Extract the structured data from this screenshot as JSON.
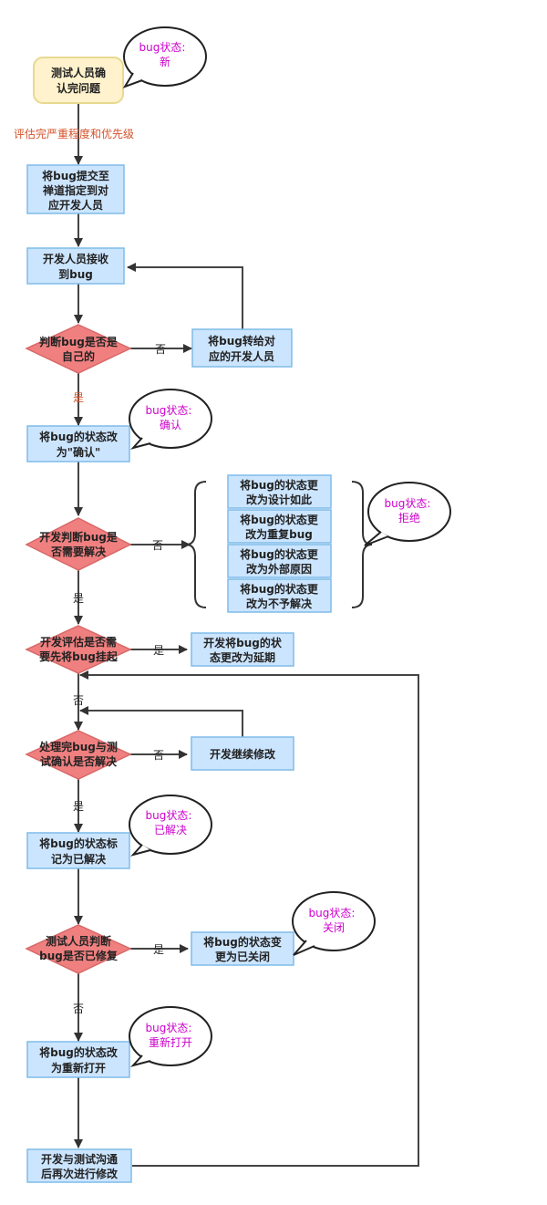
{
  "nodes": {
    "start": [
      "测试人员确",
      "认完问题"
    ],
    "submit": [
      "将bug提交至",
      "禅道指定到对",
      "应开发人员"
    ],
    "receive": [
      "开发人员接收",
      "到bug"
    ],
    "judge_own": [
      "判断bug是否是",
      "自己的"
    ],
    "transfer": [
      "将bug转给对",
      "应的开发人员"
    ],
    "confirm": [
      "将bug的状态改",
      "为\"确认\""
    ],
    "need_fix": [
      "开发判断bug是",
      "否需要解决"
    ],
    "reject1": [
      "将bug的状态更",
      "改为设计如此"
    ],
    "reject2": [
      "将bug的状态更",
      "改为重复bug"
    ],
    "reject3": [
      "将bug的状态更",
      "改为外部原因"
    ],
    "reject4": [
      "将bug的状态更",
      "改为不予解决"
    ],
    "suspend_q": [
      "开发评估是否需",
      "要先将bug挂起"
    ],
    "delay": [
      "开发将bug的状",
      "态更改为延期"
    ],
    "fixed_q": [
      "处理完bug与测",
      "试确认是否解决"
    ],
    "continue_fix": [
      "开发继续修改"
    ],
    "resolved": [
      "将bug的状态标",
      "记为已解决"
    ],
    "test_q": [
      "测试人员判断",
      "bug是否已修复"
    ],
    "closed": [
      "将bug的状态变",
      "更为已关闭"
    ],
    "reopen": [
      "将bug的状态改",
      "为重新打开"
    ],
    "communicate": [
      "开发与测试沟通",
      "后再次进行修改"
    ]
  },
  "callouts": {
    "new": [
      "bug状态:",
      "新"
    ],
    "confirmed": [
      "bug状态:",
      "确认"
    ],
    "rejected": [
      "bug状态:",
      "拒绝"
    ],
    "resolved": [
      "bug状态:",
      "已解决"
    ],
    "closed": [
      "bug状态:",
      "关闭"
    ],
    "reopened": [
      "bug状态:",
      "重新打开"
    ]
  },
  "edges": {
    "evaluate": "评估完严重程度和优先级",
    "no": "否",
    "yes": "是"
  },
  "colors": {
    "box_fill": "#cce5ff",
    "box_stroke": "#7fbce8",
    "diamond_fill": "#f08080",
    "diamond_stroke": "#d86868",
    "start_fill": "#fff2cc",
    "start_stroke": "#e8d990",
    "callout_text": "#cc00cc",
    "edge_label_red": "#d6532b"
  }
}
